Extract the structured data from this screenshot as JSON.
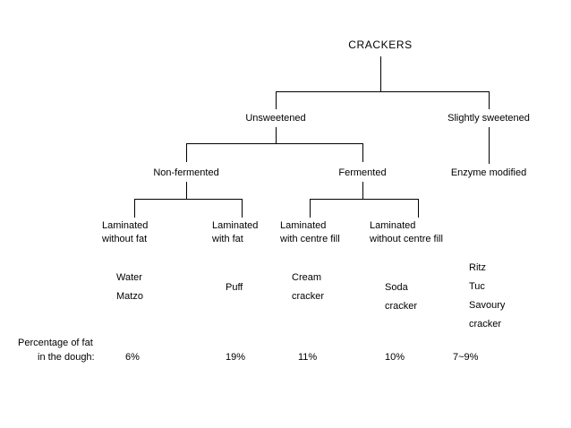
{
  "diagram": {
    "title": "CRACKERS",
    "level2": [
      {
        "label": "Unsweetened"
      },
      {
        "label": "Slightly sweetened"
      }
    ],
    "level3": [
      {
        "label": "Non-fermented"
      },
      {
        "label": "Fermented"
      },
      {
        "label": "Enzyme modified"
      }
    ],
    "level4": [
      {
        "line1": "Laminated",
        "line2": "without fat"
      },
      {
        "line1": "Laminated",
        "line2": "with fat"
      },
      {
        "line1": "Laminated",
        "line2": "with centre fill"
      },
      {
        "line1": "Laminated",
        "line2": "without centre fill"
      }
    ],
    "products": [
      {
        "items": "Water\nMatzo"
      },
      {
        "items": "Puff"
      },
      {
        "items": "Cream\ncracker"
      },
      {
        "items": "Soda\ncracker"
      },
      {
        "items": "Ritz\nTuc\nSavoury\ncracker"
      }
    ],
    "fat_label_line1": "Percentage of fat",
    "fat_label_line2": "in the dough:",
    "fat_values": [
      "6%",
      "19%",
      "11%",
      "10%",
      "7~9%"
    ]
  }
}
